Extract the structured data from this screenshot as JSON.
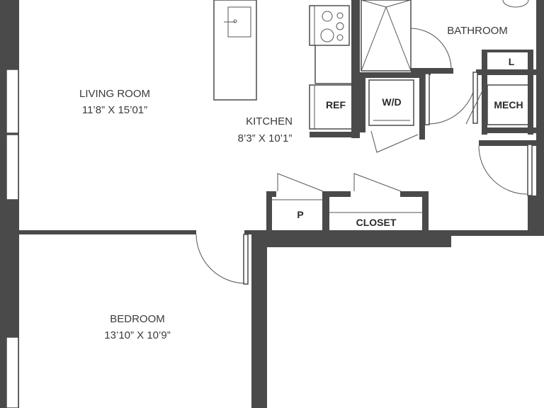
{
  "rooms": {
    "living": {
      "name": "LIVING ROOM",
      "dims": "11’8” X 15’01”"
    },
    "kitchen": {
      "name": "KITCHEN",
      "dims": "8’3” X 10’1”"
    },
    "bedroom": {
      "name": "BEDROOM",
      "dims": "13’10” X 10’9”"
    },
    "bathroom": {
      "name": "BATHROOM"
    }
  },
  "fixtures": {
    "ref": "REF",
    "wd": "W/D",
    "mech": "MECH",
    "linen": "L",
    "pantry": "P",
    "closet": "CLOSET"
  },
  "colors": {
    "wall": "#4a4a4a",
    "background": "#ffffff",
    "text": "#3a3a3a"
  }
}
